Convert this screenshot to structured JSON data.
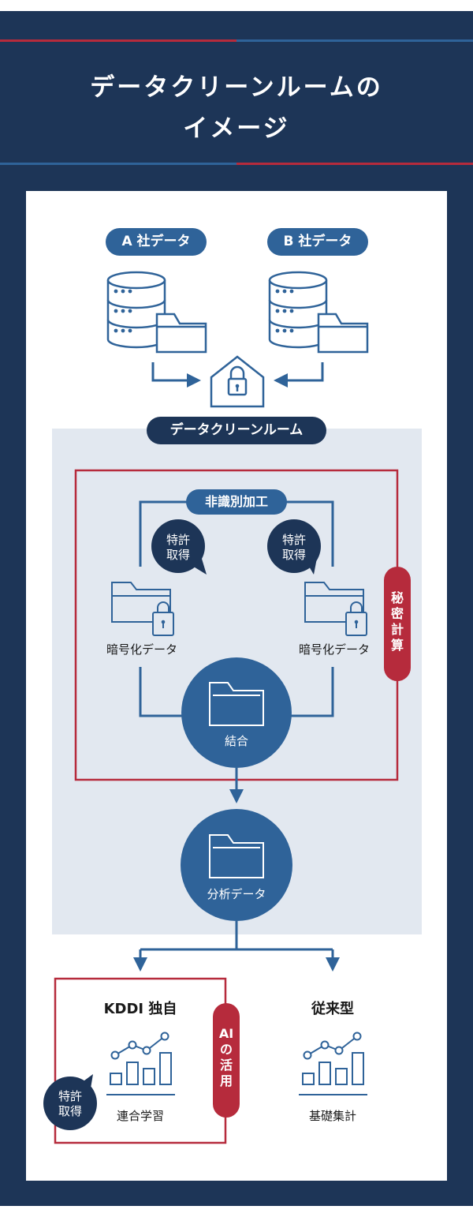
{
  "header": {
    "title_line1": "データクリーンルームの",
    "title_line2": "イメージ"
  },
  "sources": {
    "company_a": "A 社データ",
    "company_b": "B 社データ"
  },
  "cleanroom": {
    "label": "データクリーンルーム",
    "deidentification": "非識別加工",
    "secure_computation": [
      "秘",
      "密",
      "計",
      "算"
    ],
    "patent_bubble_left": [
      "特許",
      "取得"
    ],
    "patent_bubble_right": [
      "特許",
      "取得"
    ],
    "encrypted_left": "暗号化データ",
    "encrypted_right": "暗号化データ",
    "join": "結合",
    "analysis": "分析データ"
  },
  "outputs": {
    "ai_usage": [
      "AI",
      "の",
      "活",
      "用"
    ],
    "kddi": {
      "title": "KDDI 独自",
      "caption": "連合学習",
      "patent_bubble": [
        "特許",
        "取得"
      ]
    },
    "conventional": {
      "title": "従来型",
      "caption": "基礎集計"
    }
  },
  "colors": {
    "navy": "#1d3557",
    "blue": "#2f6399",
    "red": "#b62b3c",
    "panel": "#e2e8f0"
  }
}
